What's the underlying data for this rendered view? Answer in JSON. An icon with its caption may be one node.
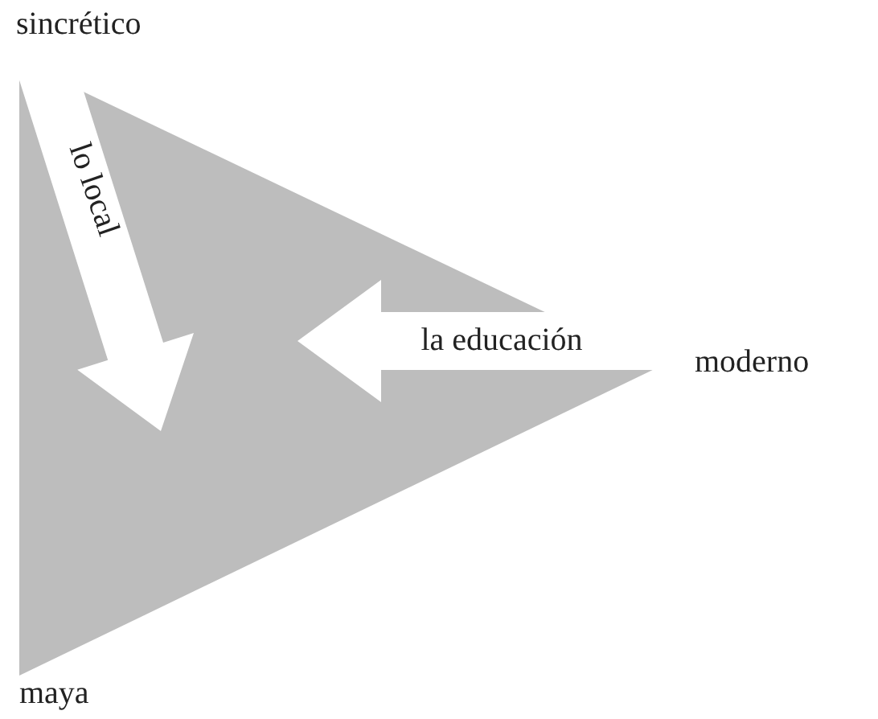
{
  "diagram": {
    "nodes": [
      {
        "text": [
          "sincrético"
        ]
      },
      {
        "text": [
          "moderno"
        ]
      },
      {
        "text": [
          "maya"
        ]
      }
    ],
    "edges": [
      {
        "from": 0,
        "to": null,
        "arrow": "to",
        "label": "lo local"
      },
      {
        "from": 1,
        "to": null,
        "arrow": "to",
        "label": "la educación"
      }
    ]
  }
}
